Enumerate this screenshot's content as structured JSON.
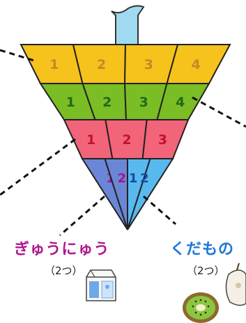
{
  "tiers": [
    {
      "name": "top",
      "color": "#f6c21c",
      "text_color": "#c08a2a",
      "numbers": [
        "1",
        "2",
        "3",
        "4"
      ]
    },
    {
      "name": "second",
      "color": "#7bbd24",
      "text_color": "#1f6a1a",
      "numbers": [
        "1",
        "2",
        "3",
        "4"
      ]
    },
    {
      "name": "third",
      "color": "#f2647a",
      "text_color": "#c0122a",
      "numbers": [
        "1",
        "2",
        "3"
      ]
    },
    {
      "name": "bottom",
      "numbers": [
        "1",
        "2",
        "1",
        "2"
      ],
      "colors": [
        "#6b86d6",
        "#6b86d6",
        "#58b9ef",
        "#58b9ef"
      ],
      "text_colors": [
        "#a01890",
        "#a01890",
        "#1a4aa0",
        "#1a4aa0"
      ]
    }
  ],
  "top_spout_color": "#9fdaf0",
  "labels": {
    "milk": {
      "text": "ぎゅうにゅう",
      "count": "（2つ）",
      "color": "#b0178e"
    },
    "fruit": {
      "text": "くだもの",
      "count": "（2つ）",
      "color": "#1a78d4"
    }
  },
  "icons": [
    "milk-carton-icon",
    "apple-icon",
    "kiwi-icon"
  ]
}
